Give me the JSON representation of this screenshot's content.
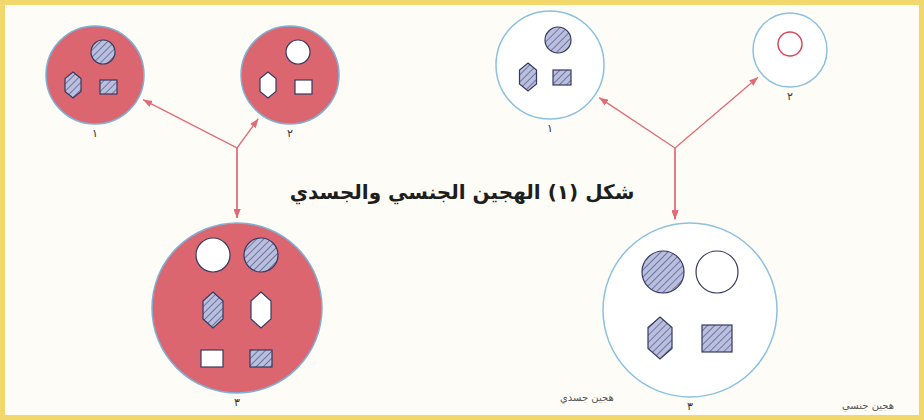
{
  "diagram": {
    "title": "شكل (١) الهجين الجنسي والجسدي",
    "nodes": [
      {
        "text": [
          "١"
        ]
      },
      {
        "text": [
          "٢"
        ]
      },
      {
        "text": [
          "٣"
        ]
      },
      {
        "text": [
          "١"
        ]
      },
      {
        "text": [
          "٢"
        ]
      },
      {
        "text": [
          "٣"
        ]
      }
    ],
    "edges": [
      {
        "from": 0,
        "to": 2,
        "arrow": "both"
      },
      {
        "from": 1,
        "to": 2,
        "arrow": "both"
      },
      {
        "from": 3,
        "to": 5,
        "arrow": "both"
      },
      {
        "from": 4,
        "to": 5,
        "arrow": "both"
      }
    ],
    "labels": [
      "هجين جسدي",
      "هجين جنسي"
    ]
  }
}
